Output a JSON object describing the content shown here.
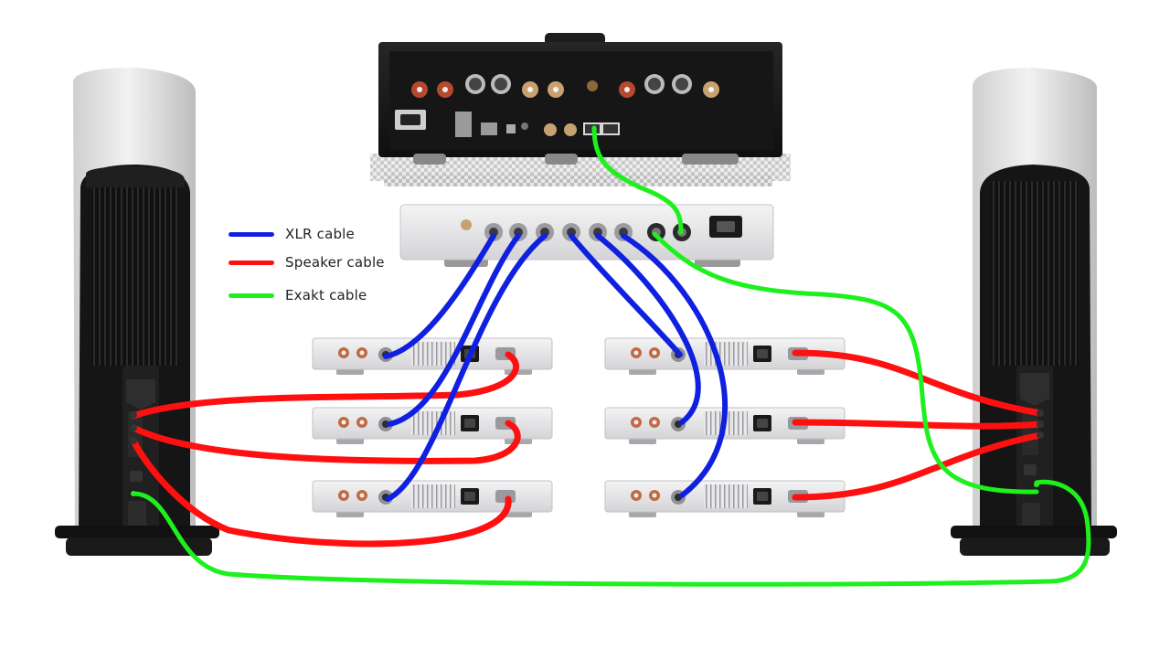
{
  "legend": {
    "items": [
      {
        "label": "XLR cable",
        "color": "#1020e0"
      },
      {
        "label": "Speaker cable",
        "color": "#ff1010"
      },
      {
        "label": "Exakt cable",
        "color": "#1ef01e"
      }
    ]
  },
  "devices": {
    "hub": {
      "icon": "network-streamer-rear-panel"
    },
    "router": {
      "icon": "exakt-link-router-rear-panel"
    },
    "amplifiers": {
      "count": 6,
      "icon": "power-amplifier-rear-panel"
    },
    "speakers": {
      "icon": "tower-speaker-rear"
    }
  },
  "colors": {
    "xlr": "#1020e0",
    "speaker": "#ff1010",
    "exakt": "#1ef01e",
    "device_dark": "#1b1b1b",
    "device_silver": "#e4e4e6",
    "speaker_body": "#dcdcdc"
  }
}
